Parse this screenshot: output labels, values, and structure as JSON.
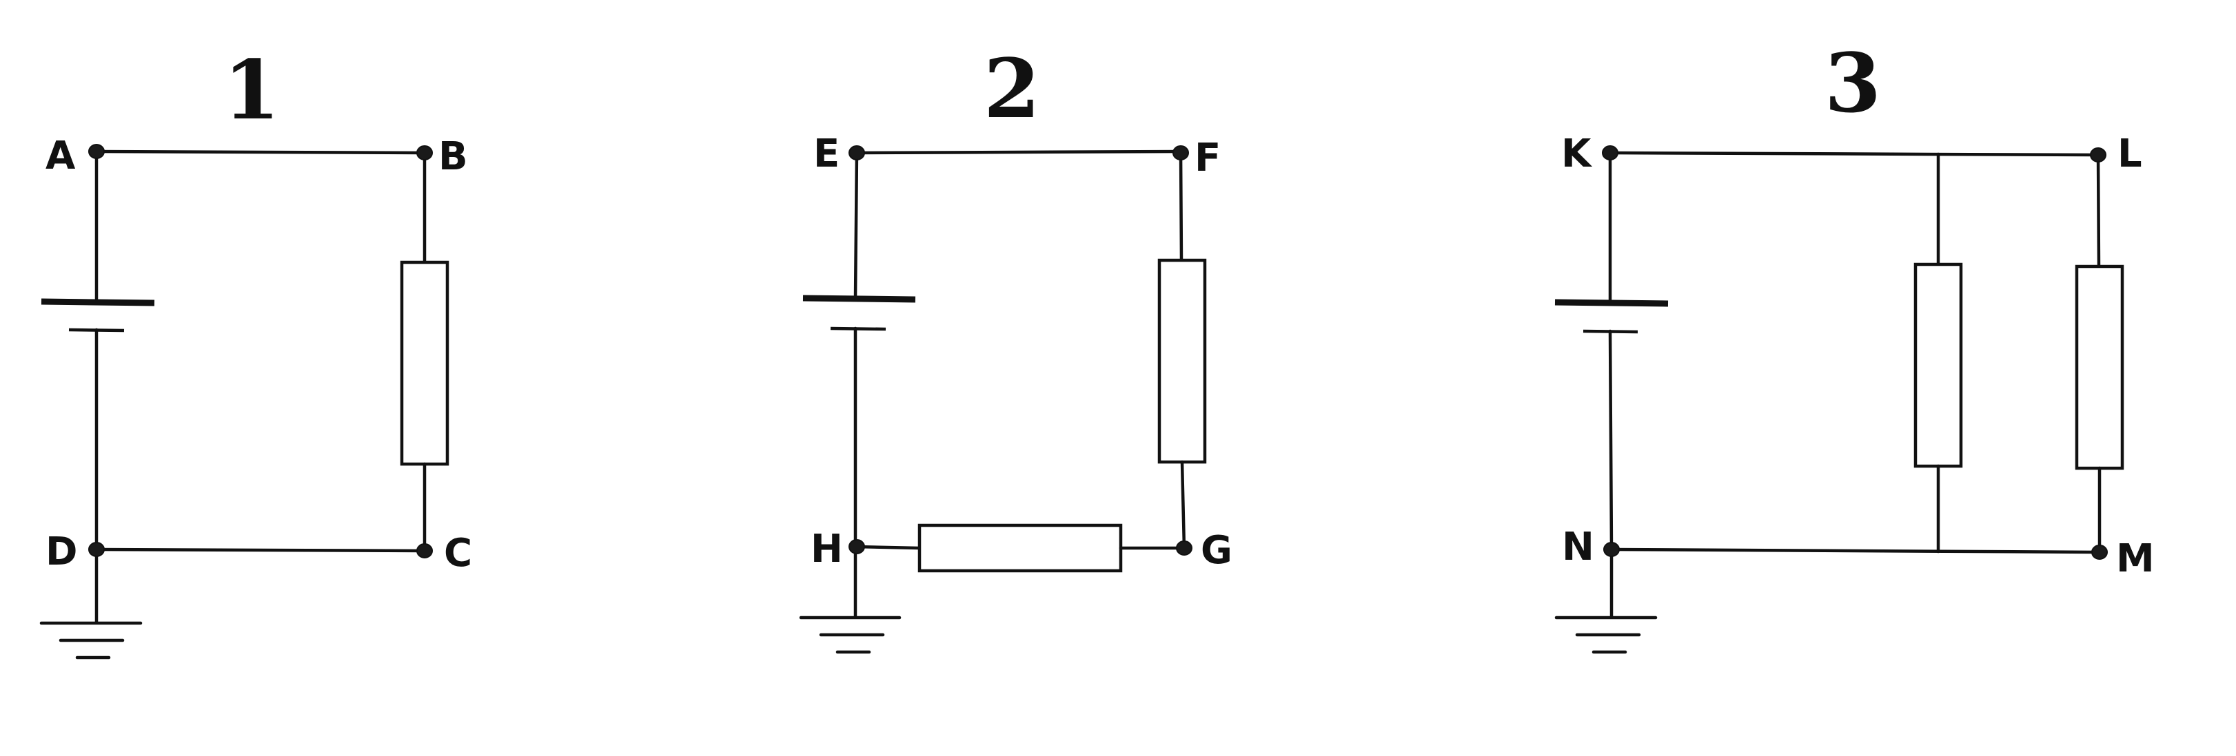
{
  "circuits": [
    {
      "number": "1",
      "nodes": {
        "top_left": "A",
        "top_right": "B",
        "bottom_right": "C",
        "bottom_left": "D"
      }
    },
    {
      "number": "2",
      "nodes": {
        "top_left": "E",
        "top_right": "F",
        "bottom_right": "G",
        "bottom_left": "H"
      }
    },
    {
      "number": "3",
      "nodes": {
        "top_left": "K",
        "top_right": "L",
        "bottom_right": "M",
        "bottom_left": "N"
      }
    }
  ],
  "colors": {
    "line": "#111111",
    "background": "#ffffff"
  }
}
